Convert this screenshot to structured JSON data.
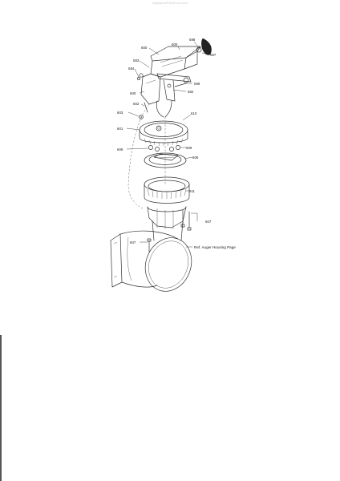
{
  "watermark": "AppliancePartsPros.com",
  "callouts": {
    "c600a": "600",
    "c600b": "600",
    "c598": "598",
    "c597": "597",
    "c583": "583",
    "c584": "584",
    "c599": "599",
    "c582": "582",
    "c600c": "600",
    "c602": "602",
    "c603": "603",
    "c610": "610",
    "c601": "601",
    "c609a": "609",
    "c609b": "609",
    "c606": "606",
    "c611": "611",
    "c607a": "607",
    "c607b": "607"
  },
  "note": "Ref. Auger Housing Page"
}
